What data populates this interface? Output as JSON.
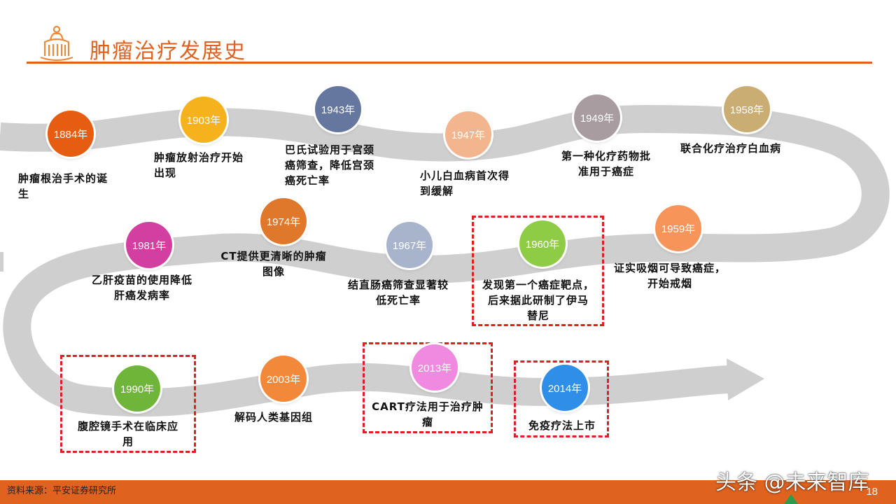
{
  "header": {
    "title": "肿瘤治疗发展史"
  },
  "timeline": [
    {
      "year": "1884年",
      "description": [
        "肿瘤根治手术的诞",
        "生"
      ],
      "color": "#e65c10",
      "highlighted": false
    },
    {
      "year": "1903年",
      "description": [
        "肿瘤放射治疗开始",
        "出现"
      ],
      "color": "#f5b21c",
      "highlighted": false
    },
    {
      "year": "1943年",
      "description": [
        "巴氏试验用于宫颈",
        "癌筛查，降低宫颈",
        "癌死亡率"
      ],
      "color": "#66779f",
      "highlighted": false
    },
    {
      "year": "1947年",
      "description": [
        "小儿白血病首次得",
        "到缓解"
      ],
      "color": "#f3b58d",
      "highlighted": false
    },
    {
      "year": "1949年",
      "description": [
        "第一种化疗药物批",
        "准用于癌症"
      ],
      "color": "#a89ca0",
      "highlighted": false
    },
    {
      "year": "1958年",
      "description": [
        "联合化疗治疗白血病"
      ],
      "color": "#c9ad72",
      "highlighted": false
    },
    {
      "year": "1959年",
      "description": [
        "证实吸烟可导致癌症，",
        "开始戒烟"
      ],
      "color": "#f7945a",
      "highlighted": false
    },
    {
      "year": "1960年",
      "description": [
        "发现第一个癌症靶点，",
        "后来据此研制了伊马",
        "替尼"
      ],
      "color": "#8fcc46",
      "highlighted": true
    },
    {
      "year": "1967年",
      "description": [
        "结直肠癌筛查显著较",
        "低死亡率"
      ],
      "color": "#a8b3cc",
      "highlighted": false
    },
    {
      "year": "1974年",
      "description": [
        "CT提供更清晰的肿瘤",
        "图像"
      ],
      "color": "#e0782c",
      "highlighted": false
    },
    {
      "year": "1981年",
      "description": [
        "乙肝疫苗的使用降低",
        "肝癌发病率"
      ],
      "color": "#d33fa1",
      "highlighted": false
    },
    {
      "year": "1990年",
      "description": [
        "腹腔镜手术在临床应",
        "用"
      ],
      "color": "#6fb53a",
      "highlighted": true
    },
    {
      "year": "2003年",
      "description": [
        "解码人类基因组"
      ],
      "color": "#f2893a",
      "highlighted": false
    },
    {
      "year": "2013年",
      "description": [
        "CART疗法用于治疗肿",
        "瘤"
      ],
      "color": "#f08ae0",
      "highlighted": true
    },
    {
      "year": "2014年",
      "description": [
        "免疫疗法上市"
      ],
      "color": "#2e8ee8",
      "highlighted": true
    }
  ],
  "footer": {
    "source": "资料来源：平安证券研究所",
    "page_number": "18",
    "watermark": "头条 @未来智库"
  }
}
